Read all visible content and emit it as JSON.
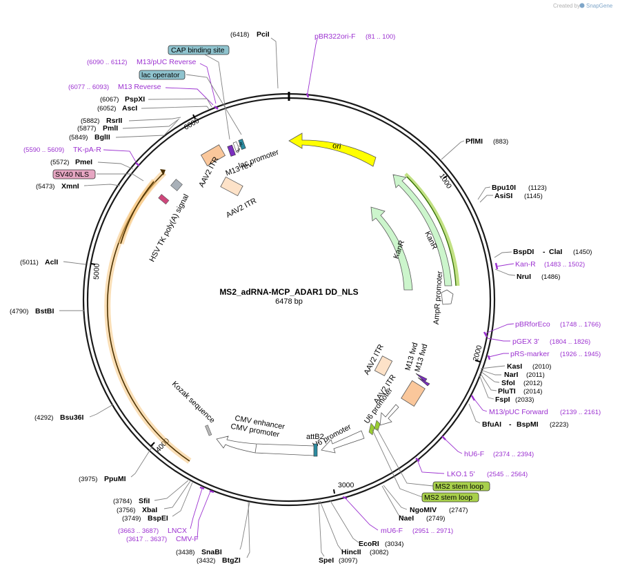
{
  "credit": {
    "prefix": "Created by",
    "brand": "SnapGene"
  },
  "plasmid": {
    "name": "MS2_adRNA-MCP_ADAR1 DD_NLS",
    "length": "6478 bp"
  },
  "ticks": [
    "1000",
    "2000",
    "3000",
    "4000",
    "5000",
    "6000"
  ],
  "sites": {
    "PciI": {
      "name": "PciI",
      "pos": "(6418)"
    },
    "PflMI": {
      "name": "PflMI",
      "pos": "(883)"
    },
    "Bpu10I": {
      "name": "Bpu10I",
      "pos": "(1123)"
    },
    "AsiSI": {
      "name": "AsiSI",
      "pos": "(1145)"
    },
    "BspDI": {
      "name": "BspDI",
      "sep": "-",
      "name2": "ClaI",
      "pos": "(1450)"
    },
    "NruI": {
      "name": "NruI",
      "pos": "(1486)"
    },
    "KasI": {
      "name": "KasI",
      "pos": "(2010)"
    },
    "NarI": {
      "name": "NarI",
      "pos": "(2011)"
    },
    "SfoI": {
      "name": "SfoI",
      "pos": "(2012)"
    },
    "PluTI": {
      "name": "PluTI",
      "pos": "(2014)"
    },
    "FspI": {
      "name": "FspI",
      "pos": "(2033)"
    },
    "BfuAI": {
      "name": "BfuAI",
      "sep": "-",
      "name2": "BspMI",
      "pos": "(2223)"
    },
    "NgoMIV": {
      "name": "NgoMIV",
      "pos": "(2747)"
    },
    "NaeI": {
      "name": "NaeI",
      "pos": "(2749)"
    },
    "EcoRI": {
      "name": "EcoRI",
      "pos": "(3034)"
    },
    "HincII": {
      "name": "HincII",
      "pos": "(3082)"
    },
    "SpeI": {
      "name": "SpeI",
      "pos": "(3097)"
    },
    "SnaBI": {
      "name": "SnaBI",
      "pos": "(3438)"
    },
    "BtgZI": {
      "name": "BtgZI",
      "pos": "(3432)"
    },
    "BspEI": {
      "name": "BspEI",
      "pos": "(3749)"
    },
    "XbaI": {
      "name": "XbaI",
      "pos": "(3756)"
    },
    "SfiI": {
      "name": "SfiI",
      "pos": "(3784)"
    },
    "PpuMI": {
      "name": "PpuMI",
      "pos": "(3975)"
    },
    "Bsu36I": {
      "name": "Bsu36I",
      "pos": "(4292)"
    },
    "BstBI": {
      "name": "BstBI",
      "pos": "(4790)"
    },
    "AclI": {
      "name": "AclI",
      "pos": "(5011)"
    },
    "XmnI": {
      "name": "XmnI",
      "pos": "(5473)"
    },
    "PmeI": {
      "name": "PmeI",
      "pos": "(5572)"
    },
    "BglII": {
      "name": "BglII",
      "pos": "(5849)"
    },
    "PmlI": {
      "name": "PmlI",
      "pos": "(5877)"
    },
    "RsrII": {
      "name": "RsrII",
      "pos": "(5882)"
    },
    "AscI": {
      "name": "AscI",
      "pos": "(6052)"
    },
    "PspXI": {
      "name": "PspXI",
      "pos": "(6067)"
    }
  },
  "primers": {
    "pBR322ori": {
      "name": "pBR322ori-F",
      "pos": "(81 .. 100)"
    },
    "M13pUCRev": {
      "name": "M13/pUC Reverse",
      "pos": "(6090 .. 6112)"
    },
    "M13Rev": {
      "name": "M13 Reverse",
      "pos": "(6077 .. 6093)"
    },
    "TKpAR": {
      "name": "TK-pA-R",
      "pos": "(5590 .. 5609)"
    },
    "KanR": {
      "name": "Kan-R",
      "pos": "(1483 .. 1502)"
    },
    "pBRforEco": {
      "name": "pBRforEco",
      "pos": "(1748 .. 1766)"
    },
    "pGEX3": {
      "name": "pGEX 3'",
      "pos": "(1804 .. 1826)"
    },
    "pRSmarker": {
      "name": "pRS-marker",
      "pos": "(1926 .. 1945)"
    },
    "M13pUCFwd": {
      "name": "M13/pUC Forward",
      "pos": "(2139 .. 2161)"
    },
    "hU6F": {
      "name": "hU6-F",
      "pos": "(2374 .. 2394)"
    },
    "LKO15": {
      "name": "LKO.1 5'",
      "pos": "(2545 .. 2564)"
    },
    "mU6F": {
      "name": "mU6-F",
      "pos": "(2951 .. 2971)"
    },
    "LNCX": {
      "name": "LNCX",
      "pos": "(3663 .. 3687)"
    },
    "CMVF": {
      "name": "CMV-F",
      "pos": "(3617 .. 3637)"
    }
  },
  "boxed": {
    "cap": "CAP binding site",
    "lacop": "lac operator",
    "sv40": "SV40 NLS",
    "ms2a": "MS2 stem loop",
    "ms2b": "MS2 stem loop"
  },
  "features": {
    "ori": "ori",
    "kanr1": "KanR",
    "kanr2": "KanR",
    "ampr_promoter": "AmpR promoter",
    "aav2_itr_1": "AAV2 ITR",
    "aav2_itr_2": "AAV2 ITR",
    "aav2_itr_3": "AAV2 ITR",
    "aav2_itr_4": "AAV2 ITR",
    "m13_fwd_1": "M13 fwd",
    "m13_fwd_2": "M13 fwd",
    "u6_promoter_1": "U6 promoter",
    "u6_promoter_2": "U6 promoter",
    "attb2": "attB2",
    "cmv_enhancer": "CMV enhancer",
    "cmv_promoter": "CMV promoter",
    "kozak": "Kozak sequence",
    "hsv_tk": "HSV TK poly(A) signal",
    "lac_promoter": "lac promoter",
    "m13_rev": "M13 rev",
    "lacop_small": "lac op"
  },
  "colors": {
    "backbone": "#1a1a1a",
    "enzyme_line": "#808080",
    "primer": "#9b30d0",
    "ori": "#ffff00",
    "kanr": "#ccf5cc",
    "itr_strong": "#fac79b",
    "itr_light": "#fde2c8",
    "orf_orange": "#f5c070",
    "u6_green": "#9acd32",
    "cap_box": "#8fc3ce",
    "sv40_box": "#e6a6c2",
    "ms2_box": "#a8d04b"
  }
}
